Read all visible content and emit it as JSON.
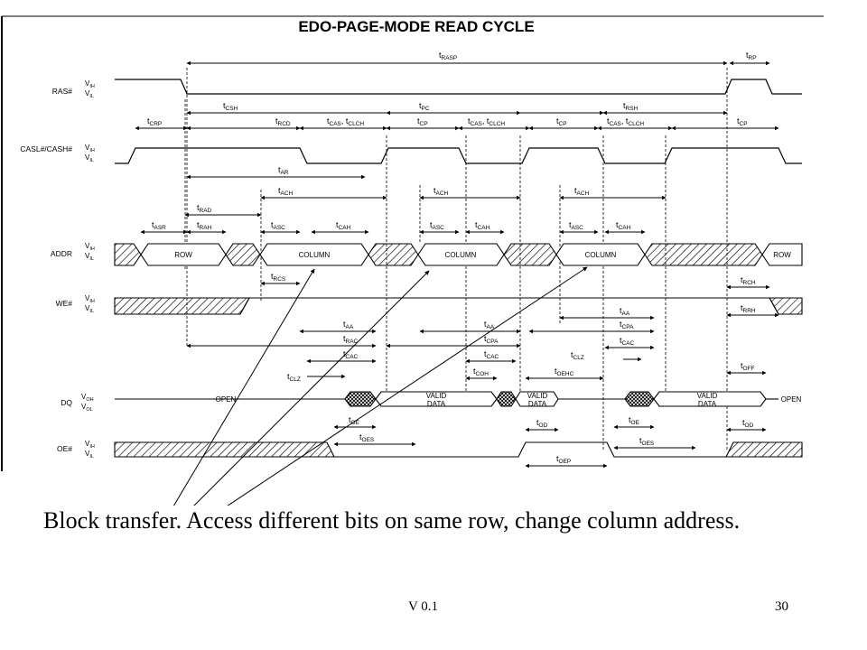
{
  "diagram": {
    "title": "EDO-PAGE-MODE READ CYCLE",
    "signals": {
      "ras": "RAS#",
      "cas": "CASL#/CASH#",
      "addr": "ADDR",
      "we": "WE#",
      "dq": "DQ",
      "oe": "OE#"
    },
    "levels": {
      "vih": [
        "V",
        "IH"
      ],
      "vil": [
        "V",
        "IL"
      ],
      "voh": [
        "V",
        "OH"
      ],
      "vol": [
        "V",
        "OL"
      ]
    },
    "cells": {
      "row": "ROW",
      "column": "COLUMN",
      "open": "OPEN",
      "valid_line1": "VALID",
      "valid_line2": "DATA"
    },
    "timing": {
      "rasp": [
        "t",
        "RASP"
      ],
      "rp": [
        "t",
        "RP"
      ],
      "csh": [
        "t",
        "CSH"
      ],
      "pc": [
        "t",
        "PC"
      ],
      "rsh": [
        "t",
        "RSH"
      ],
      "crp": [
        "t",
        "CRP"
      ],
      "rcd": [
        "t",
        "RCD"
      ],
      "cas_clch": [
        "t",
        "CAS",
        ", t",
        "CLCH"
      ],
      "cp": [
        "t",
        "CP"
      ],
      "ar": [
        "t",
        "AR"
      ],
      "ach": [
        "t",
        "ACH"
      ],
      "rad": [
        "t",
        "RAD"
      ],
      "asr": [
        "t",
        "ASR"
      ],
      "rah": [
        "t",
        "RAH"
      ],
      "asc": [
        "t",
        "ASC"
      ],
      "cah": [
        "t",
        "CAH"
      ],
      "rcs": [
        "t",
        "RCS"
      ],
      "rch": [
        "t",
        "RCH"
      ],
      "rrh": [
        "t",
        "RRH"
      ],
      "aa": [
        "t",
        "AA"
      ],
      "cpa": [
        "t",
        "CPA"
      ],
      "rac": [
        "t",
        "RAC"
      ],
      "cac": [
        "t",
        "CAC"
      ],
      "clz": [
        "t",
        "CLZ"
      ],
      "off": [
        "t",
        "OFF"
      ],
      "coh": [
        "t",
        "COH"
      ],
      "oehc": [
        "t",
        "OEHC"
      ],
      "oe": [
        "t",
        "OE"
      ],
      "od": [
        "t",
        "OD"
      ],
      "oes": [
        "t",
        "OES"
      ],
      "oep": [
        "t",
        "OEP"
      ]
    }
  },
  "caption": "Block transfer.  Access different bits on same row, change column address.",
  "footer": {
    "version": "V 0.1",
    "page": "30"
  }
}
